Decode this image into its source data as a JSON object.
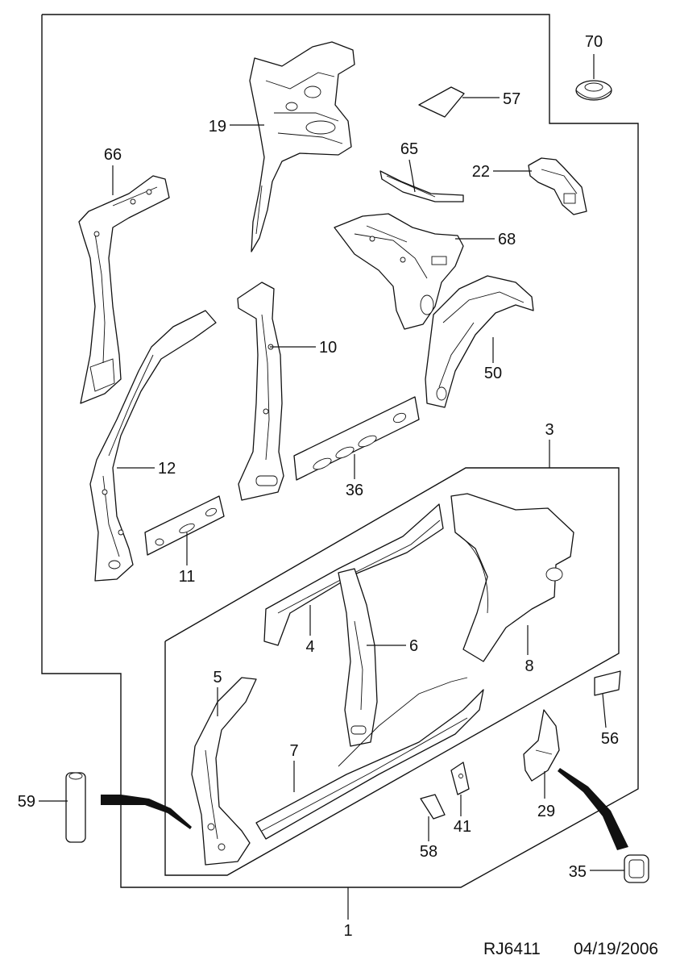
{
  "callouts": {
    "p70": "70",
    "p57": "57",
    "p19": "19",
    "p66": "66",
    "p65": "65",
    "p22": "22",
    "p68": "68",
    "p10": "10",
    "p50": "50",
    "p12": "12",
    "p3": "3",
    "p36": "36",
    "p11": "11",
    "p4": "4",
    "p6": "6",
    "p8": "8",
    "p5": "5",
    "p56": "56",
    "p7": "7",
    "p59": "59",
    "p41": "41",
    "p29": "29",
    "p58": "58",
    "p35": "35",
    "p1": "1"
  },
  "footer": {
    "drawing_id": "RJ6411",
    "date": "04/19/2006"
  }
}
